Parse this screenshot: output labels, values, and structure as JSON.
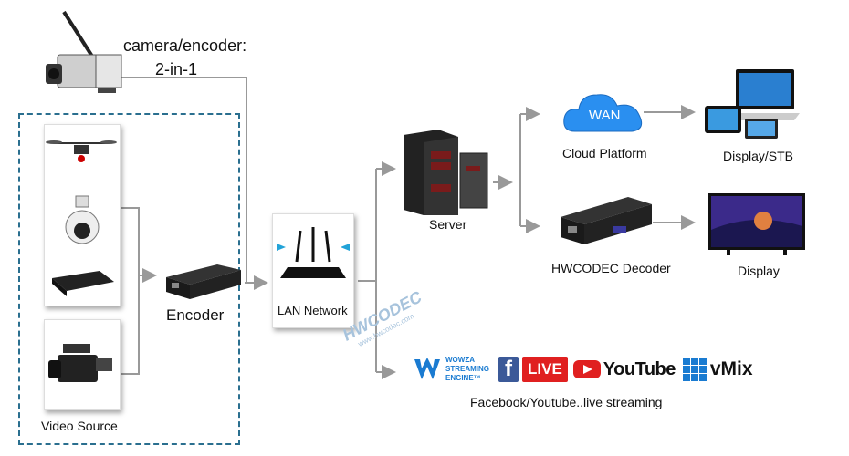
{
  "labels": {
    "camera_line1": "camera/encoder:",
    "camera_line2": "2-in-1",
    "encoder": "Encoder",
    "video_source": "Video Source",
    "lan_network": "LAN Network",
    "server": "Server",
    "wan": "WAN",
    "cloud_platform": "Cloud Platform",
    "display_stb": "Display/STB",
    "hwcodec_decoder": "HWCODEC Decoder",
    "display": "Display",
    "streaming": "Facebook/Youtube..live streaming"
  },
  "watermark": {
    "brand": "HWCODEC",
    "url": "www.hwcodec.com"
  },
  "logos": {
    "wowza_line1": "WOWZA",
    "wowza_line2": "STREAMING",
    "wowza_line3": "ENGINE™",
    "facebook": "f",
    "live": "LIVE",
    "youtube": "YouTube",
    "vmix": "vMix"
  },
  "colors": {
    "wire": "#999999",
    "source_box": "#2a6f8f",
    "cloud": "#2a8ff0",
    "facebook": "#3b5998",
    "live": "#e02020",
    "vmix": "#1a7bd1"
  }
}
